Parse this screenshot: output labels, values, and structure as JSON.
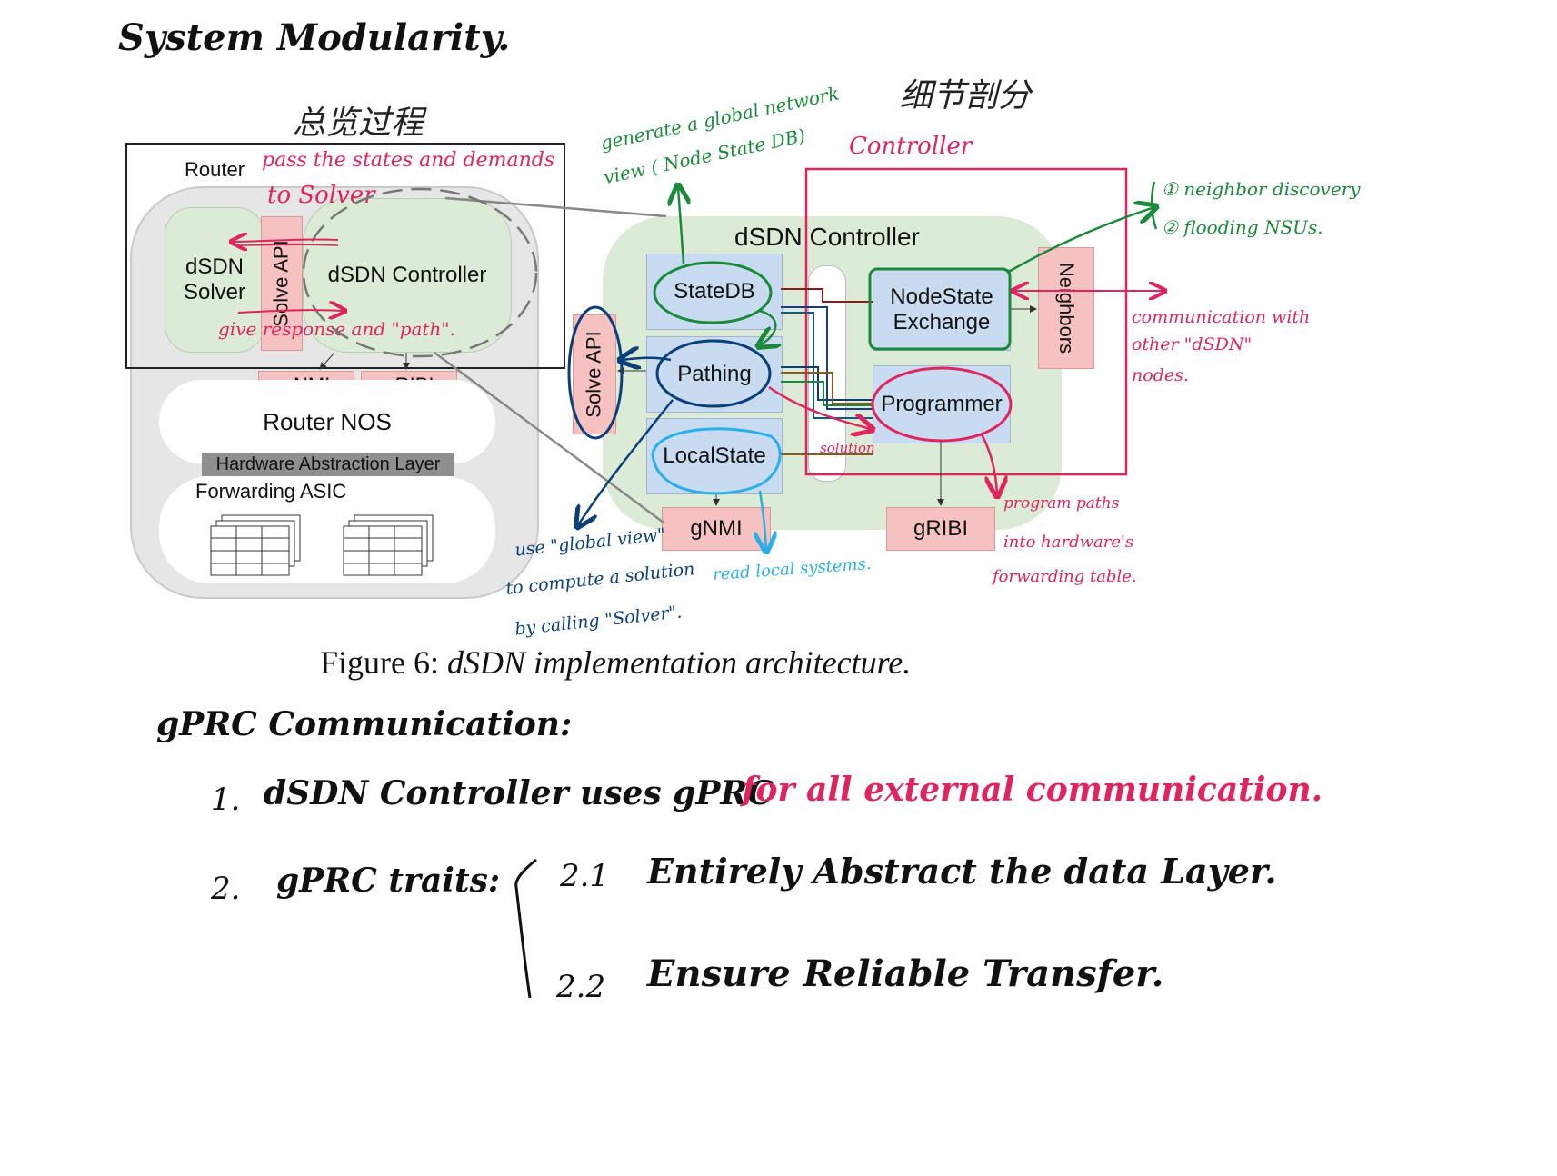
{
  "notes": {
    "heading": "System Modularity.",
    "overview_cn": "总览过程",
    "detail_cn": "细节剖分",
    "router_note_1": "pass the states and demands",
    "router_note_2": "to Solver",
    "router_note_3": "give response and \"path\".",
    "generate_note_1": "generate a global network",
    "generate_note_2": "view ( Node State DB)",
    "controller_note": "Controller",
    "neighbor_note_1": "① neighbor discovery",
    "neighbor_note_2": "② flooding NSUs.",
    "comm_note_1": "communication with",
    "comm_note_2": "other \"dSDN\"",
    "comm_note_3": "nodes.",
    "solution_note": "solution",
    "use_note_1": "use \"global view\"",
    "use_note_2": "to compute a solution",
    "use_note_3": "by calling \"Solver\".",
    "read_note": "read local systems.",
    "program_note_1": "program paths",
    "program_note_2": "into hardware's",
    "program_note_3": "forwarding table."
  },
  "left_diagram": {
    "router_label": "Router",
    "solver": "dSDN\nSolver",
    "solve_api": "Solve API",
    "controller": "dSDN Controller",
    "gnmi": "gNMI",
    "gribi": "gRIBI",
    "router_nos": "Router NOS",
    "hal": "Hardware Abstraction Layer",
    "asic": "Forwarding ASIC"
  },
  "right_diagram": {
    "title": "dSDN Controller",
    "statedb": "StateDB",
    "pathing": "Pathing",
    "localstate": "LocalState",
    "nodestate": "NodeState\nExchange",
    "programmer": "Programmer",
    "neighbors": "Neighbors",
    "solve_api": "Solve API",
    "gnmi": "gNMI",
    "gribi": "gRIBI"
  },
  "caption": {
    "prefix": "Figure 6: ",
    "title": "dSDN implementation architecture."
  },
  "grpc": {
    "heading": "gPRC Communication:",
    "item1_num": "1.",
    "item1_text": "dSDN Controller uses gPRC",
    "item1_highlight": "for all external communication.",
    "item2_num": "2.",
    "item2_text": "gPRC traits:",
    "sub1_num": "2.1",
    "sub1_text": "Entirely Abstract the data Layer.",
    "sub2_num": "2.2",
    "sub2_text": "Ensure Reliable Transfer."
  },
  "colors": {
    "pink": "#e0245e",
    "green": "#1a8a3a",
    "navy": "#0b3f7a",
    "cyan": "#2ab0e8",
    "box_pink": "#f6c1c1",
    "box_blue": "#c8dbf0",
    "region_green": "#dcebd6"
  }
}
